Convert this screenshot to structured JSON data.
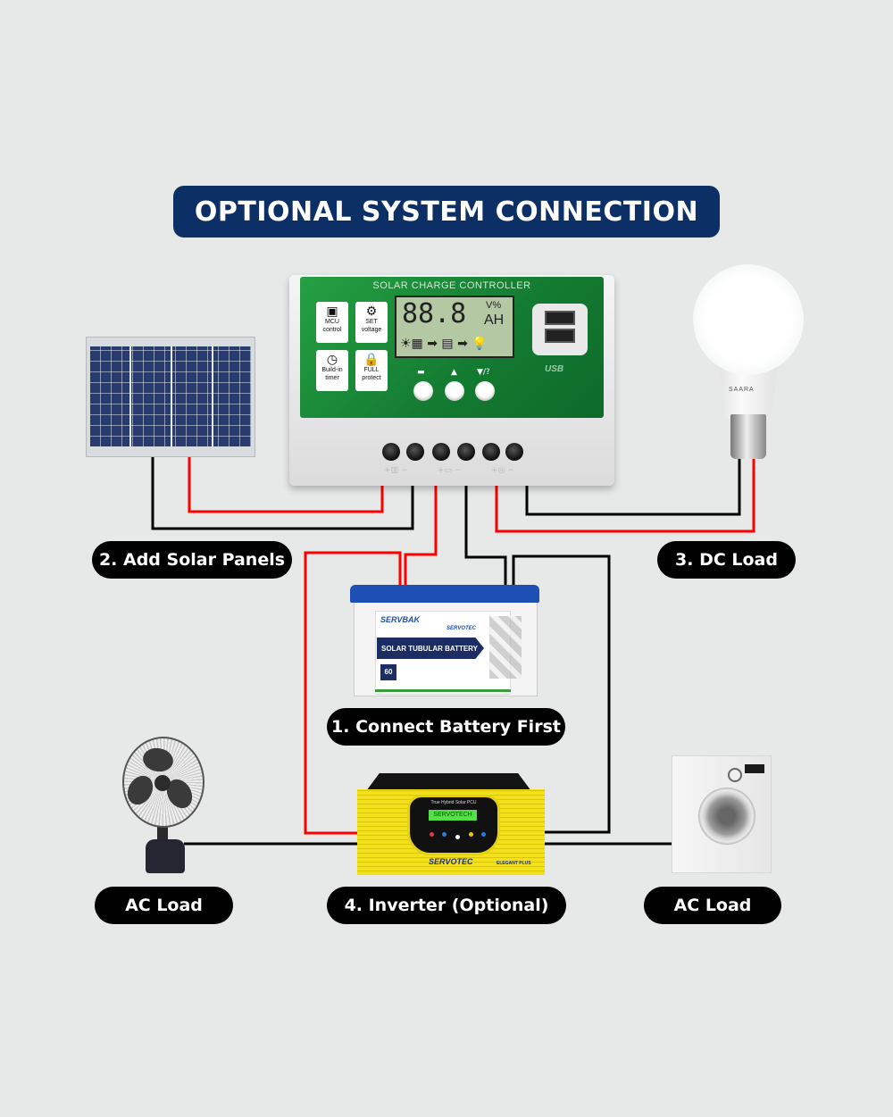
{
  "title": "OPTIONAL SYSTEM CONNECTION",
  "colors": {
    "title_bg": "#0c2f66",
    "pill_bg": "#000000",
    "positive_wire": "#ff0000",
    "negative_wire": "#000000",
    "background": "#e6e9e8"
  },
  "controller": {
    "heading": "SOLAR CHARGE CONTROLLER",
    "features": [
      {
        "icon": "chip-icon",
        "glyph": "▣",
        "line1": "MCU",
        "line2": "control"
      },
      {
        "icon": "gear-icon",
        "glyph": "⚙",
        "line1": "SET",
        "line2": "voltage"
      },
      {
        "icon": "clock-icon",
        "glyph": "◷",
        "line1": "Build-in",
        "line2": "timer"
      },
      {
        "icon": "lock-icon",
        "glyph": "🔒",
        "line1": "FULL",
        "line2": "protect"
      }
    ],
    "lcd_digits": "88.8",
    "lcd_unit_top": "V%",
    "lcd_unit_bottom": "AH",
    "lcd_flow": "☀▦ ➡ ▤ ➡ 💡",
    "usb_label": "USB",
    "button_glyphs": [
      "▬",
      "▲",
      "▼/?"
    ],
    "terminal_labels": [
      "+▥ −",
      "+▭ −",
      "+◎ −"
    ]
  },
  "solar_panel": {
    "cell_cols": 4
  },
  "bulb": {
    "brand": "SAARA"
  },
  "battery": {
    "brand": "SERVBAK",
    "brand2": "SERVOTEC",
    "label": "SOLAR TUBULAR BATTERY",
    "badge": "60"
  },
  "inverter": {
    "subtitle": "True Hybrid Solar PCU",
    "display": "SERVOTECH",
    "brand": "SERVOTEC",
    "model": "ELEGANT PLUS",
    "leds": [
      "#e23a3a",
      "#2a7be0",
      "#ffffff",
      "#f2c40f",
      "#2a7be0"
    ]
  },
  "labels": {
    "solar_panels": "2. Add Solar Panels",
    "dc_load": "3. DC Load",
    "battery": "1. Connect Battery First",
    "ac_load_left": "AC Load",
    "inverter": "4. Inverter (Optional)",
    "ac_load_right": "AC Load"
  }
}
